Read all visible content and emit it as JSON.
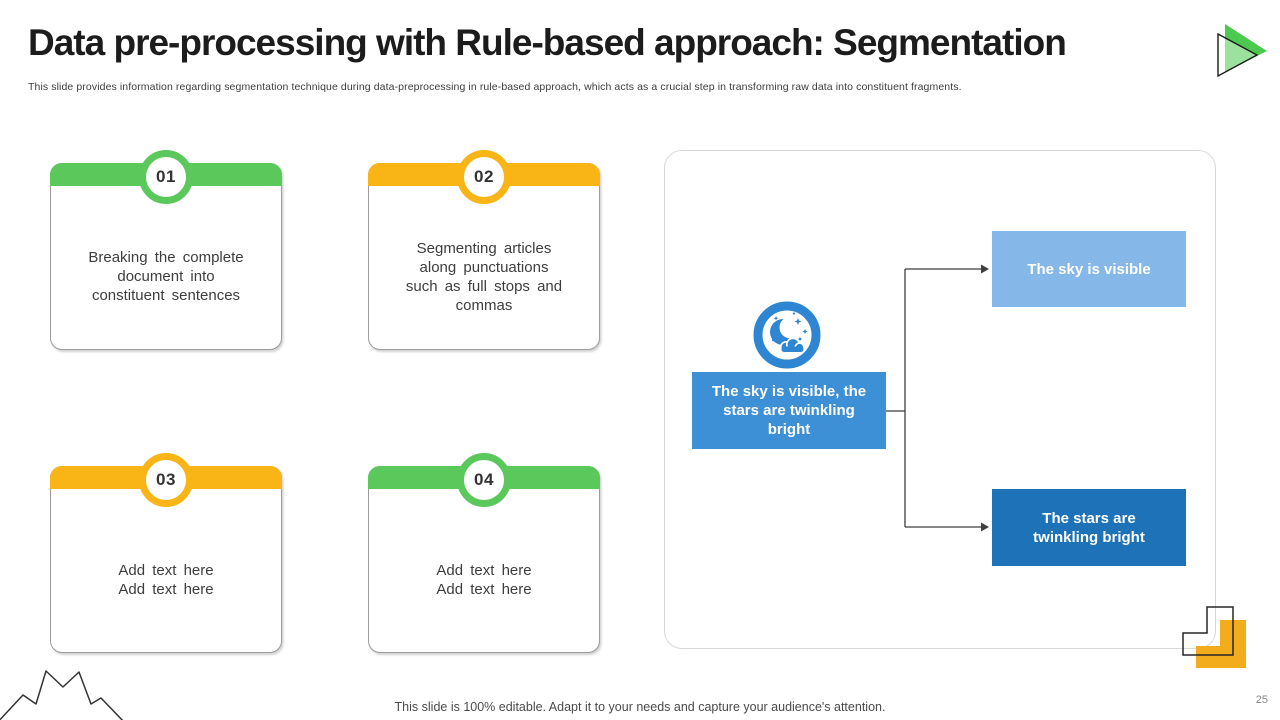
{
  "slide": {
    "title": "Data pre-processing with Rule-based approach: Segmentation",
    "subtitle": "This slide provides information regarding segmentation technique during data-preprocessing in rule-based approach, which acts as a crucial step in transforming raw data into constituent fragments.",
    "footer": "This slide is 100% editable. Adapt it to your needs and capture your audience's attention.",
    "page_number": "25"
  },
  "colors": {
    "green": "#5BC85B",
    "yellow": "#F9B415",
    "logo_green": "#4CC94F",
    "decoration_yellow": "#F3AC1B",
    "icon_blue": "#2E86D2",
    "connector": "#3f3f3f"
  },
  "cards": [
    {
      "number": "01",
      "color": "#5BC85B",
      "text": "Breaking the complete\ndocument into\nconstituent sentences"
    },
    {
      "number": "02",
      "color": "#F9B415",
      "text": "Segmenting articles\nalong punctuations\nsuch as full stops and\ncommas"
    },
    {
      "number": "03",
      "color": "#F9B415",
      "text": "Add text here\nAdd text here"
    },
    {
      "number": "04",
      "color": "#5BC85B",
      "text": "Add text here\nAdd text here"
    }
  ],
  "diagram": {
    "source_text": "The sky is visible, the\nstars are twinkling\nbright",
    "branch_top_text": "The sky is visible",
    "branch_bottom_text": "The stars are\ntwinkling bright",
    "colors": {
      "source": "#3D8FD6",
      "branch_top": "#85B8E8",
      "branch_bottom": "#1D72B8"
    }
  },
  "icons": {
    "logo": "play-triangles-logo",
    "diagram_icon": "moon-stars-cloud-icon",
    "bottom_left": "starburst-decoration",
    "bottom_right": "corner-steps-decoration"
  }
}
